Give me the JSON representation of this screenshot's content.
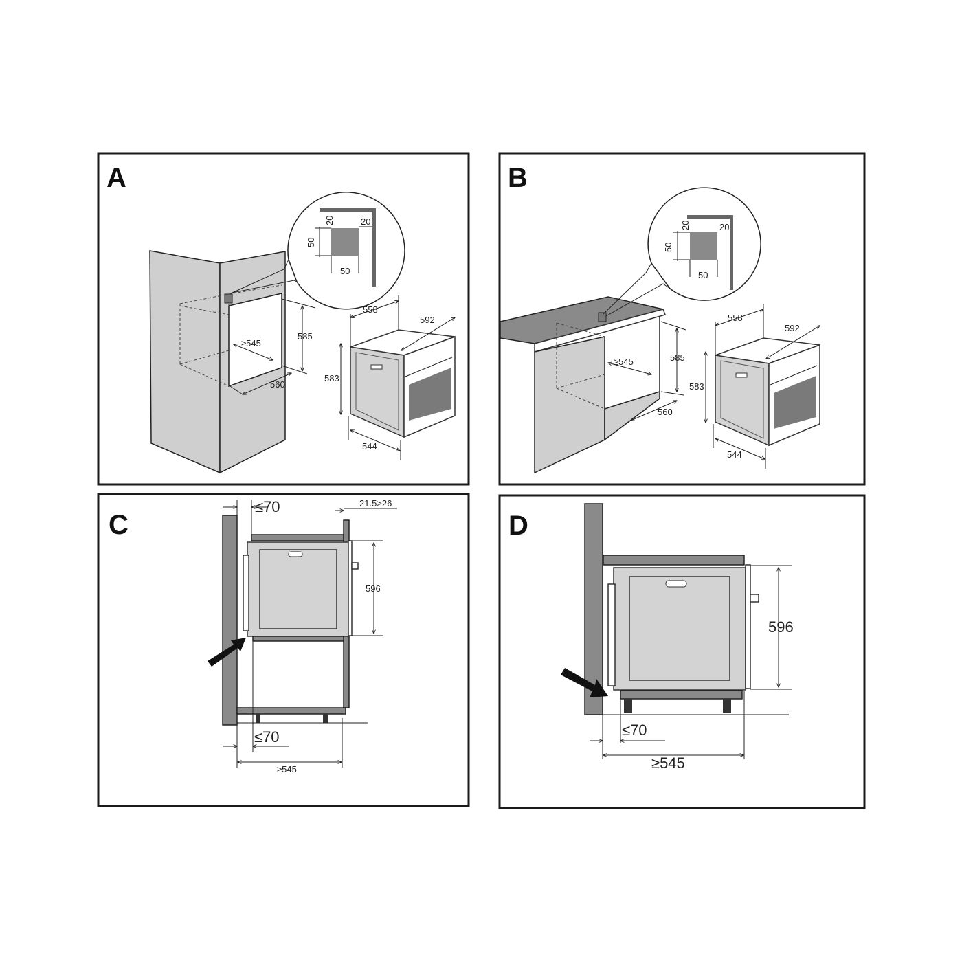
{
  "panels": {
    "a": {
      "label": "A",
      "inset": {
        "top": "20",
        "side": "20",
        "height": "50",
        "width": "50"
      },
      "niche": {
        "height": "585",
        "depth": "≥545",
        "width": "560"
      },
      "oven": {
        "depth": "558",
        "width": "592",
        "height": "583",
        "body_depth": "544"
      }
    },
    "b": {
      "label": "B",
      "inset": {
        "top": "20",
        "side": "20",
        "height": "50",
        "width": "50"
      },
      "niche": {
        "height": "585",
        "depth": "≥545",
        "width": "560"
      },
      "oven": {
        "depth": "558",
        "width": "592",
        "height": "583",
        "body_depth": "544"
      }
    },
    "c": {
      "label": "C",
      "top_gap": "≤70",
      "panel_thickness": "21.5>26",
      "oven_height": "596",
      "bottom_gap": "≤70",
      "depth": "≥545"
    },
    "d": {
      "label": "D",
      "oven_height": "596",
      "bottom_gap": "≤70",
      "depth": "≥545"
    }
  },
  "colors": {
    "panel": "#cfcfcf",
    "wall": "#8a8a8a",
    "frame": "#1a1a1a"
  }
}
